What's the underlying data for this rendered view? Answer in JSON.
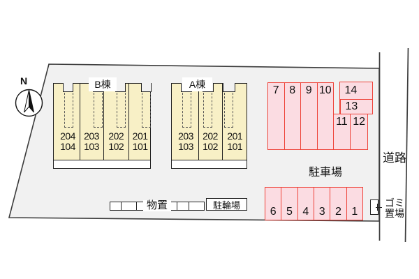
{
  "plan": {
    "north_label": "N",
    "road_label": "道路",
    "garbage": {
      "line1": "ゴミ",
      "line2": "置場"
    },
    "parking_area_label": "駐車場",
    "storage_label": "物置",
    "bicycle_label": "駐輪場"
  },
  "buildings": [
    {
      "label": "B棟",
      "units": [
        {
          "line1": "204",
          "line2": "104"
        },
        {
          "line1": "203",
          "line2": "103"
        },
        {
          "line1": "202",
          "line2": "102"
        },
        {
          "line1": "201",
          "line2": "101"
        }
      ]
    },
    {
      "label": "A棟",
      "units": [
        {
          "line1": "203",
          "line2": "103"
        },
        {
          "line1": "202",
          "line2": "102"
        },
        {
          "line1": "201",
          "line2": "101"
        }
      ]
    }
  ],
  "parking": {
    "top_row": [
      "7",
      "8",
      "9",
      "10"
    ],
    "cluster": {
      "s14": "14",
      "s13": "13",
      "s11": "11",
      "s12": "12"
    },
    "bottom_row": [
      "6",
      "5",
      "4",
      "3",
      "2",
      "1"
    ]
  },
  "colors": {
    "site_fill": "#f1f1f1",
    "building_fill": "#f8f0c6",
    "stall_fill": "#fbdce2",
    "stall_border": "#ee4238",
    "line": "#3c3c3c"
  }
}
